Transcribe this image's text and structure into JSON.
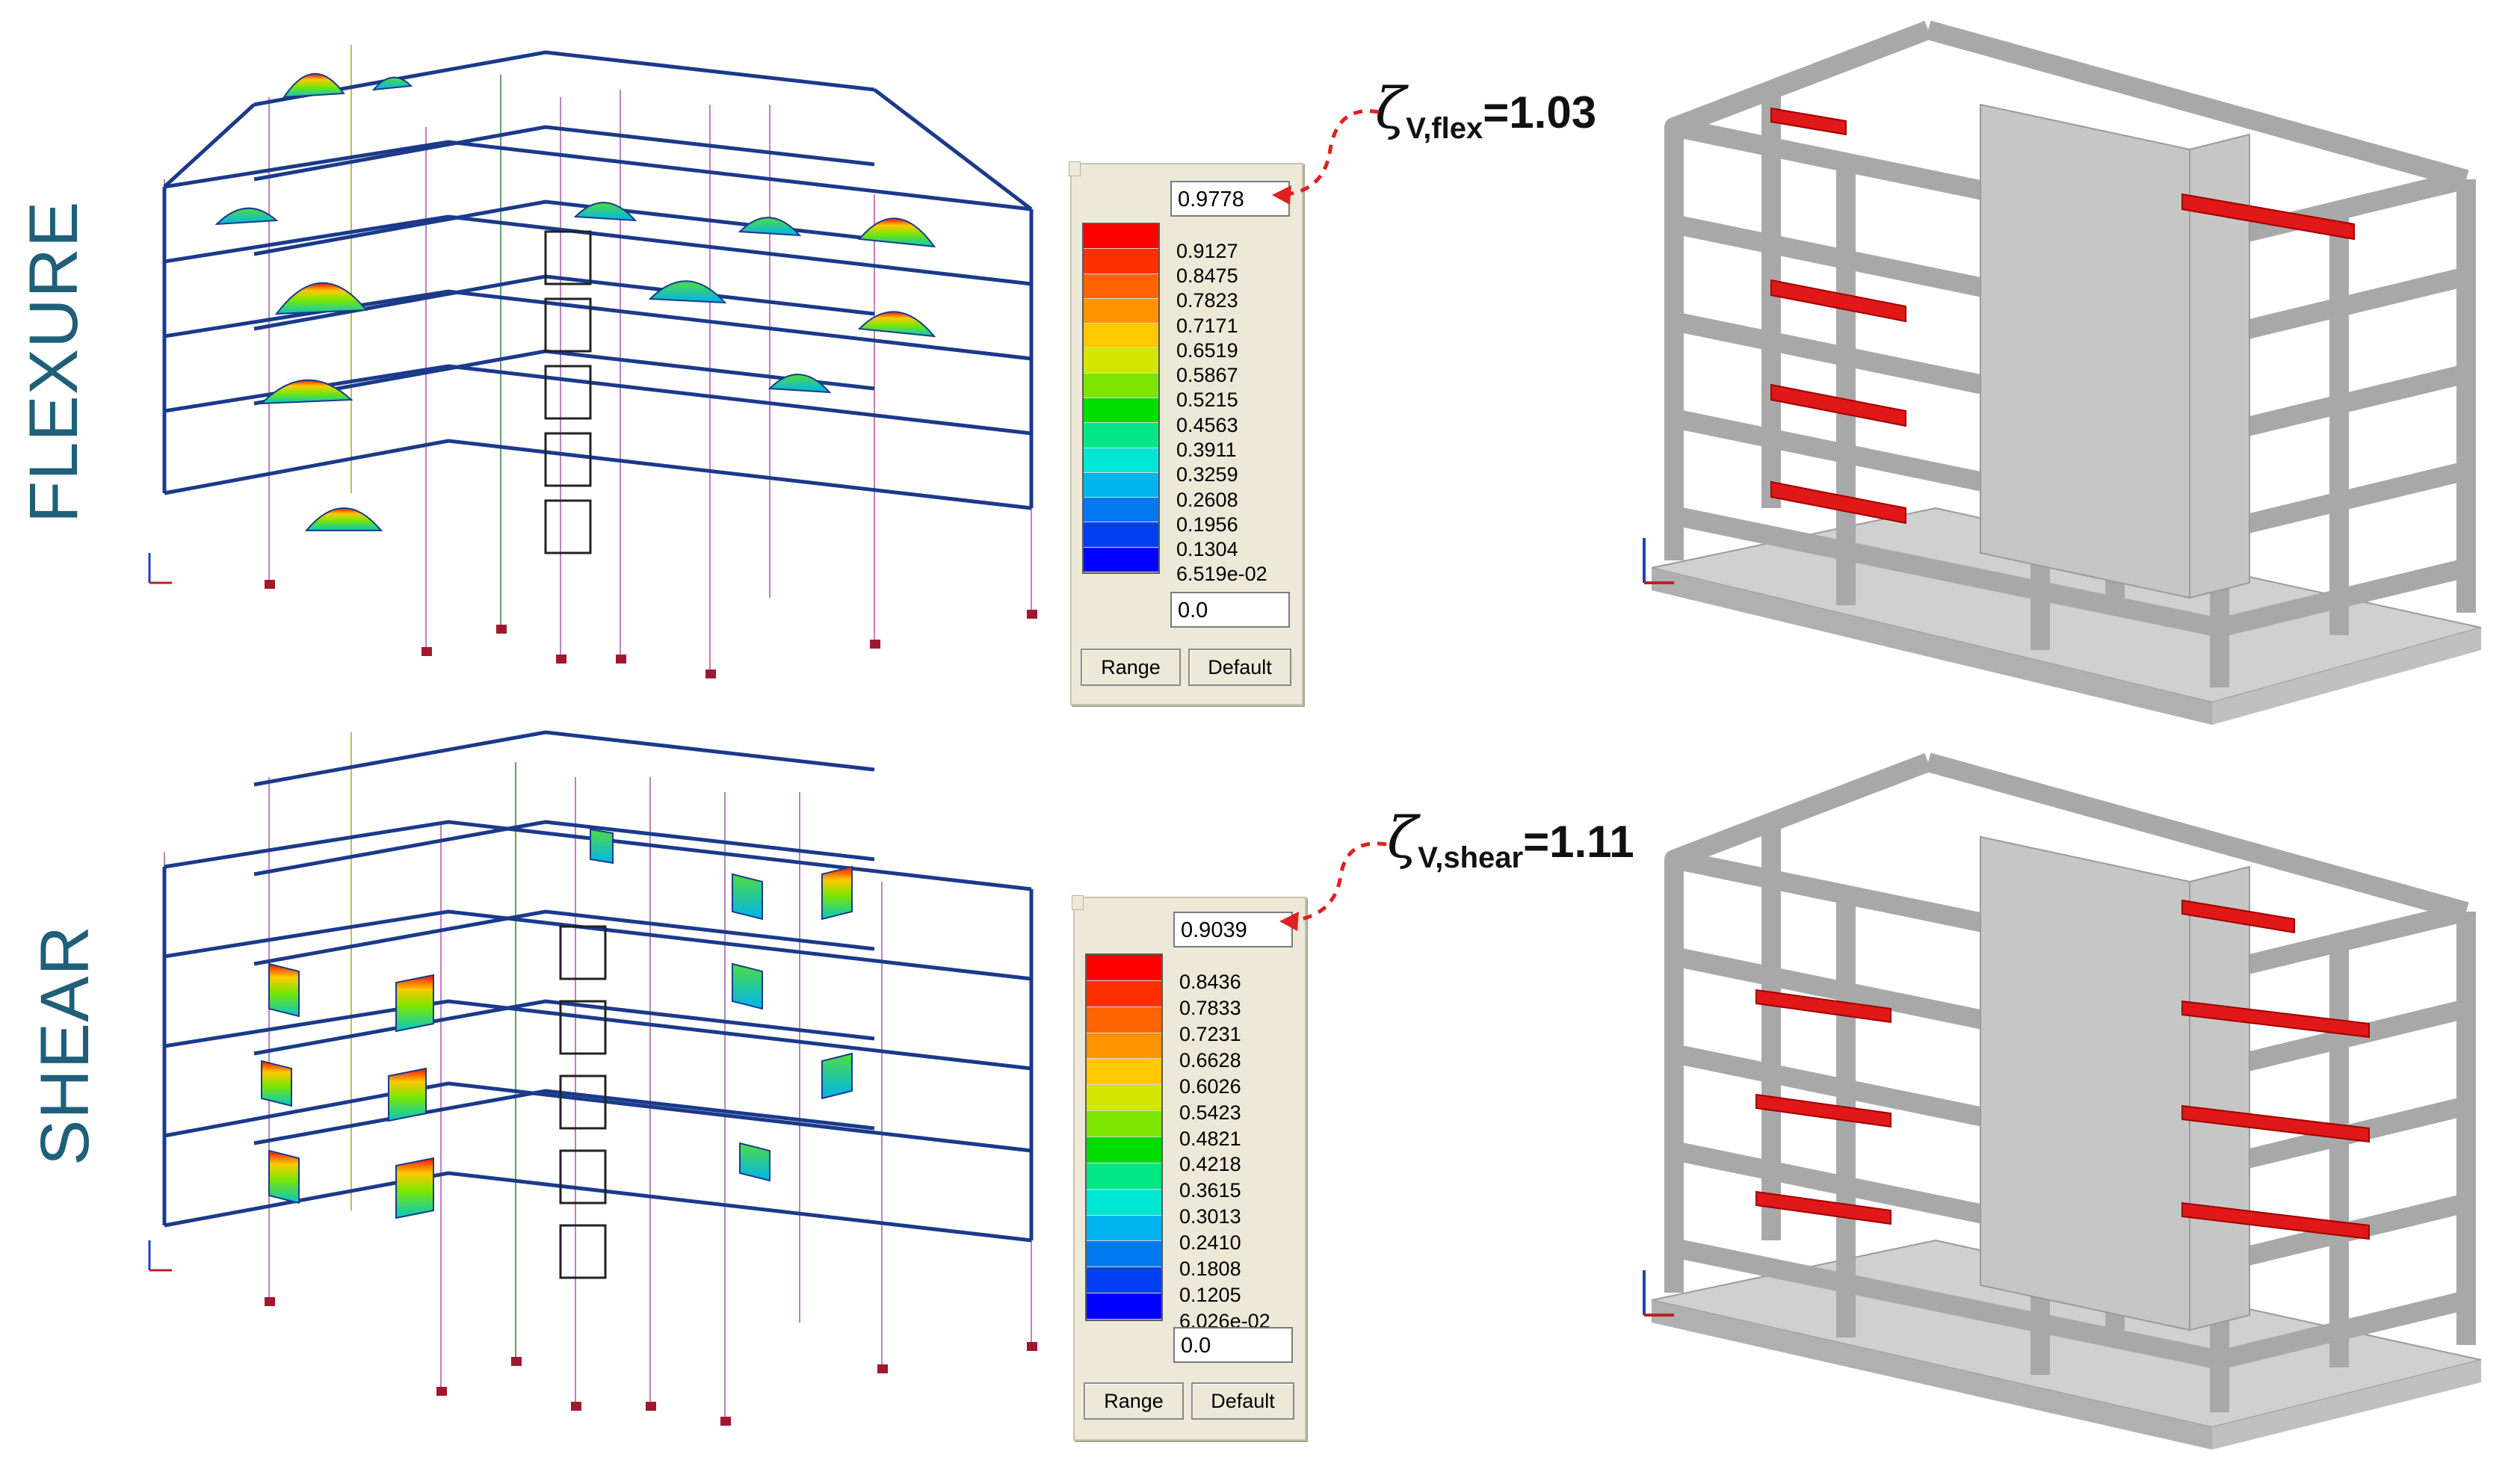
{
  "panels": [
    {
      "id": "flexure",
      "side_label": "FLEXURE",
      "legend": {
        "max_value": "0.9778",
        "min_value": "0.0",
        "ticks": [
          "0.9127",
          "0.8475",
          "0.7823",
          "0.7171",
          "0.6519",
          "0.5867",
          "0.5215",
          "0.4563",
          "0.3911",
          "0.3259",
          "0.2608",
          "0.1956",
          "0.1304",
          "6.519e-02"
        ],
        "range_label": "Range",
        "default_label": "Default"
      },
      "formula": {
        "symbol": "ζ",
        "subscript": "V,flex",
        "equals": "=1.03"
      }
    },
    {
      "id": "shear",
      "side_label": "SHEAR",
      "legend": {
        "max_value": "0.9039",
        "min_value": "0.0",
        "ticks": [
          "0.8436",
          "0.7833",
          "0.7231",
          "0.6628",
          "0.6026",
          "0.5423",
          "0.4821",
          "0.4218",
          "0.3615",
          "0.3013",
          "0.2410",
          "0.1808",
          "0.1205",
          "6.026e-02"
        ],
        "range_label": "Range",
        "default_label": "Default"
      },
      "formula": {
        "symbol": "ζ",
        "subscript": "V,shear",
        "equals": "=1.11"
      }
    }
  ],
  "colors": {
    "label_teal": "#1f5f7a",
    "critical_beam": "#e01818",
    "frame_gray": "#b8b8b8",
    "arrow_red": "#e02020",
    "scale": [
      "#ff0000",
      "#ff3000",
      "#ff6400",
      "#ff9400",
      "#ffc800",
      "#d2e600",
      "#7ce600",
      "#00dc00",
      "#00e682",
      "#00e6d2",
      "#00b4f0",
      "#0078f0",
      "#0040f0",
      "#0000ff"
    ]
  }
}
